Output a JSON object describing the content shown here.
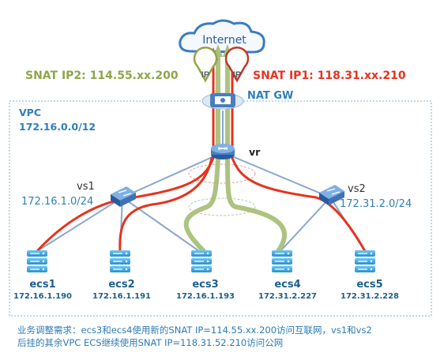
{
  "internet": {
    "label": "Internet"
  },
  "snat": {
    "ip2": "SNAT IP2: 114.55.xx.200",
    "ip1": "SNAT IP1: 118.31.xx.210",
    "pin_label": "IP"
  },
  "nat_gw": {
    "label": "NAT GW"
  },
  "vpc": {
    "name": "VPC",
    "cidr": "172.16.0.0/12"
  },
  "vr": {
    "label": "vr"
  },
  "vswitches": [
    {
      "name": "vs1",
      "cidr": "172.16.1.0/24"
    },
    {
      "name": "vs2",
      "cidr": "172.31.2.0/24"
    }
  ],
  "ecs": [
    {
      "name": "ecs1",
      "ip": "172.16.1.190"
    },
    {
      "name": "ecs2",
      "ip": "172.16.1.191"
    },
    {
      "name": "ecs3",
      "ip": "172.16.1.193"
    },
    {
      "name": "ecs4",
      "ip": "172.31.2.227"
    },
    {
      "name": "ecs5",
      "ip": "172.31.2.228"
    }
  ],
  "note": {
    "line1": "业务调整需求：ecs3和ecs4使用新的SNAT IP=114.55.xx.200访问互联网，vs1和vs2",
    "line2": "后挂的其余VPC ECS继续使用SNAT IP=118.31.52.210访问公网"
  },
  "colors": {
    "red_path": "#e8321e",
    "green_path": "#a9c07a",
    "accent_blue": "#2e7fb8",
    "link_blue": "#6f8fb7"
  }
}
